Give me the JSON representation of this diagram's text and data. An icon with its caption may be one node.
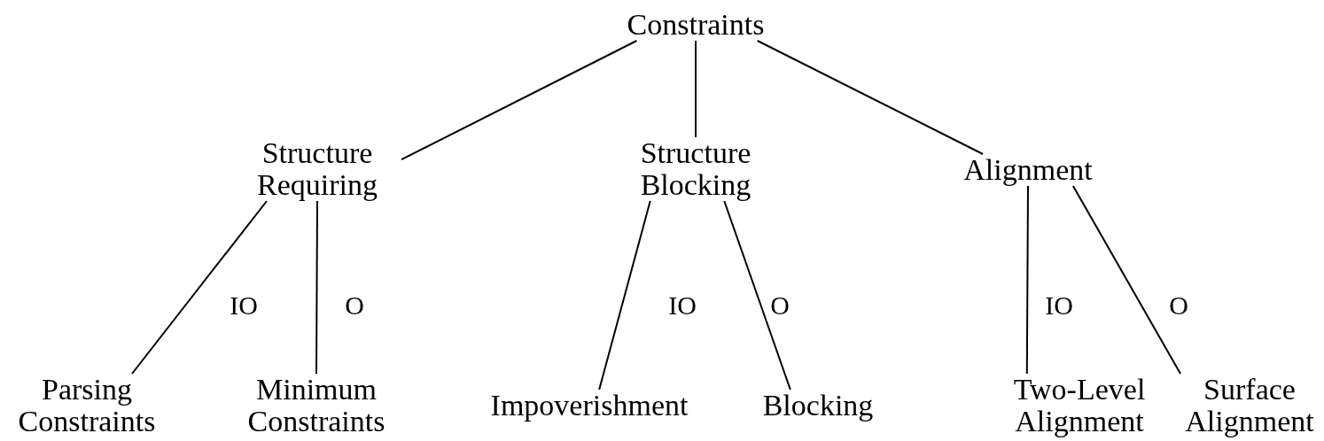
{
  "diagram": {
    "nodes": [
      {
        "text": [
          "Constraints"
        ]
      },
      {
        "text": [
          "Structure Requiring"
        ]
      },
      {
        "text": [
          "Structure Blocking"
        ]
      },
      {
        "text": [
          "Alignment"
        ]
      },
      {
        "text": [
          "Parsing Constraints"
        ]
      },
      {
        "text": [
          "Minimum Constraints"
        ]
      },
      {
        "text": [
          "Impoverishment"
        ]
      },
      {
        "text": [
          "Blocking"
        ]
      },
      {
        "text": [
          "Two-Level Alignment"
        ]
      },
      {
        "text": [
          "Surface Alignment"
        ]
      }
    ],
    "edges": [
      {
        "from": 0,
        "to": 1,
        "arrow": "none"
      },
      {
        "from": 0,
        "to": 2,
        "arrow": "none"
      },
      {
        "from": 0,
        "to": 3,
        "arrow": "none"
      },
      {
        "from": 1,
        "to": 4,
        "arrow": "none",
        "label": "IO"
      },
      {
        "from": 1,
        "to": 5,
        "arrow": "none",
        "label": "O"
      },
      {
        "from": 2,
        "to": 6,
        "arrow": "none",
        "label": "IO"
      },
      {
        "from": 2,
        "to": 7,
        "arrow": "none",
        "label": "O"
      },
      {
        "from": 3,
        "to": 8,
        "arrow": "none",
        "label": "IO"
      },
      {
        "from": 3,
        "to": 9,
        "arrow": "none",
        "label": "O"
      }
    ]
  }
}
